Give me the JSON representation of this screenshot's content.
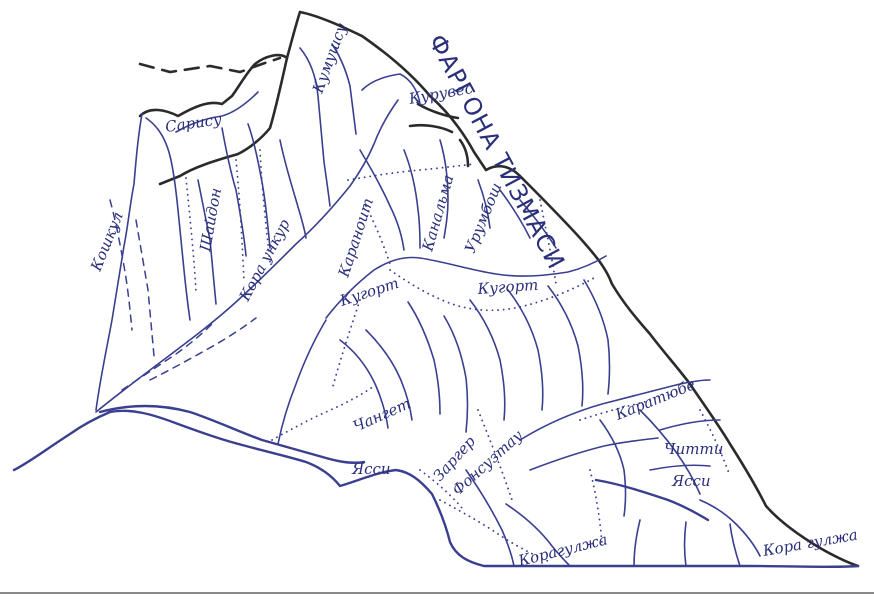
{
  "range_name": "ФАРГОНА ТИЗМАСИ",
  "labels": {
    "sarisu": "Сарису",
    "kumushsu": "Кумушсу",
    "kuruves": "Курувес",
    "koshkul": "Кошкул",
    "shaidon": "Шайдон",
    "kora_unkur": "Кора ункур",
    "karanonit": "Караноит",
    "kugorm1": "Кугорт",
    "kanalma": "Канальма",
    "urumbosh": "Урумбош",
    "kugorm2": "Кугорт",
    "changet": "Чангет",
    "zarger": "Заргер",
    "fonsuztau": "Фонсузтау",
    "yassi1": "Ясси",
    "karatyube": "Каратюбе",
    "chitti": "Читти",
    "yassi2": "Ясси",
    "koragulja1": "Корагулжа",
    "koragulja2": "Кора гулжа"
  },
  "colors": {
    "ridge": "#2b2b2b",
    "river": "#3a3f8f",
    "label": "#2a2f7a"
  }
}
